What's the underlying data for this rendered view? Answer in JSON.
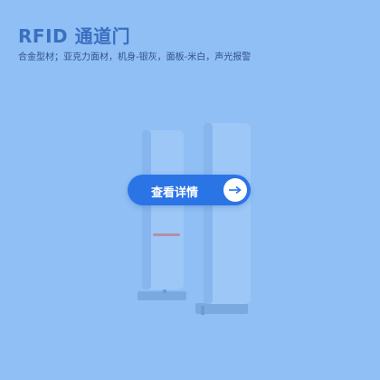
{
  "product": {
    "title": "RFID 通道门",
    "subtitle": "合金型材；亚克力面材，机身-银灰，面板-米白，声光报警"
  },
  "cta": {
    "label": "查看详情",
    "icon": "arrow-right-icon"
  },
  "colors": {
    "background": "#8fbff5",
    "title": "#3a6fc0",
    "button": "#2a74e6"
  }
}
